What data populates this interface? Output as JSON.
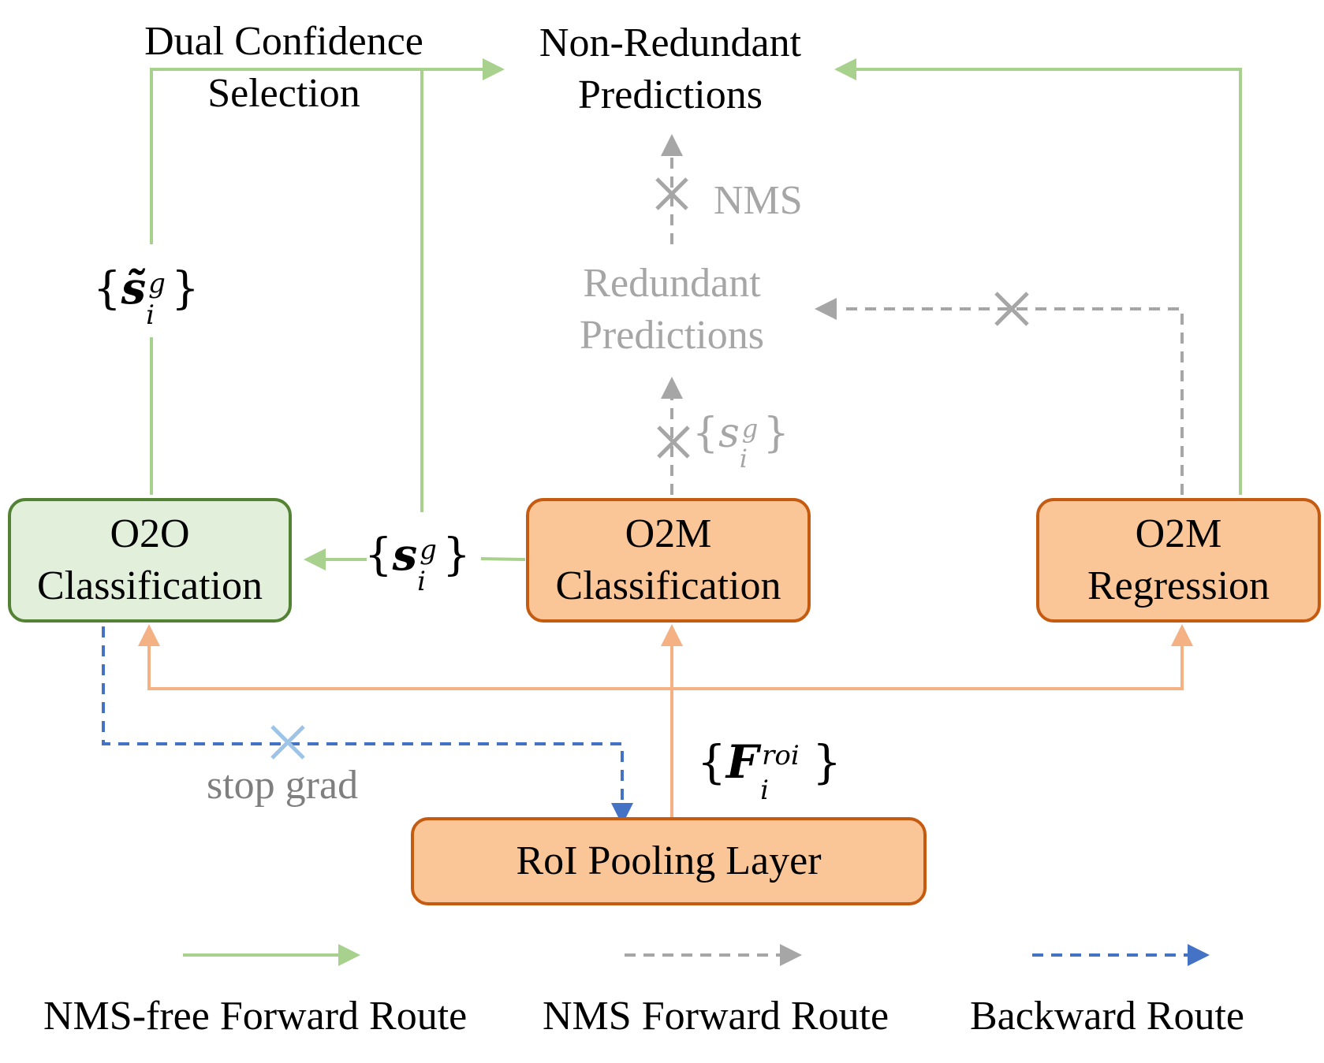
{
  "labels": {
    "non_redundant_line1": "Non-Redundant",
    "non_redundant_line2": "Predictions",
    "dual_conf_line1": "Dual Confidence",
    "dual_conf_line2": "Selection",
    "nms": "NMS",
    "redundant_line1": "Redundant",
    "redundant_line2": "Predictions",
    "stop_grad": "stop grad"
  },
  "boxes": {
    "o2o": {
      "line1": "O2O",
      "line2": "Classification"
    },
    "o2m_cls": {
      "line1": "O2M",
      "line2": "Classification"
    },
    "o2m_reg": {
      "line1": "O2M",
      "line2": "Regression"
    },
    "roi": {
      "line1": "RoI Pooling Layer"
    }
  },
  "math": {
    "s_tilde": {
      "base": "s̃",
      "sup": "g",
      "sub": "i"
    },
    "s_bold": {
      "base": "s",
      "sup": "g",
      "sub": "i"
    },
    "s_gray": {
      "base": "s",
      "sup": "g",
      "sub": "i"
    },
    "f_roi": {
      "base": "F",
      "sup": "roi",
      "sub": "i"
    }
  },
  "legend": {
    "nms_free": "NMS-free Forward Route",
    "nms_forward": "NMS Forward Route",
    "backward": "Backward Route"
  },
  "colors": {
    "green_route": "#a9d18e",
    "gray_route": "#a6a6a6",
    "blue_route": "#4472c4",
    "orange_link": "#f4b183",
    "light_blue_cross": "#9dc3e6"
  }
}
